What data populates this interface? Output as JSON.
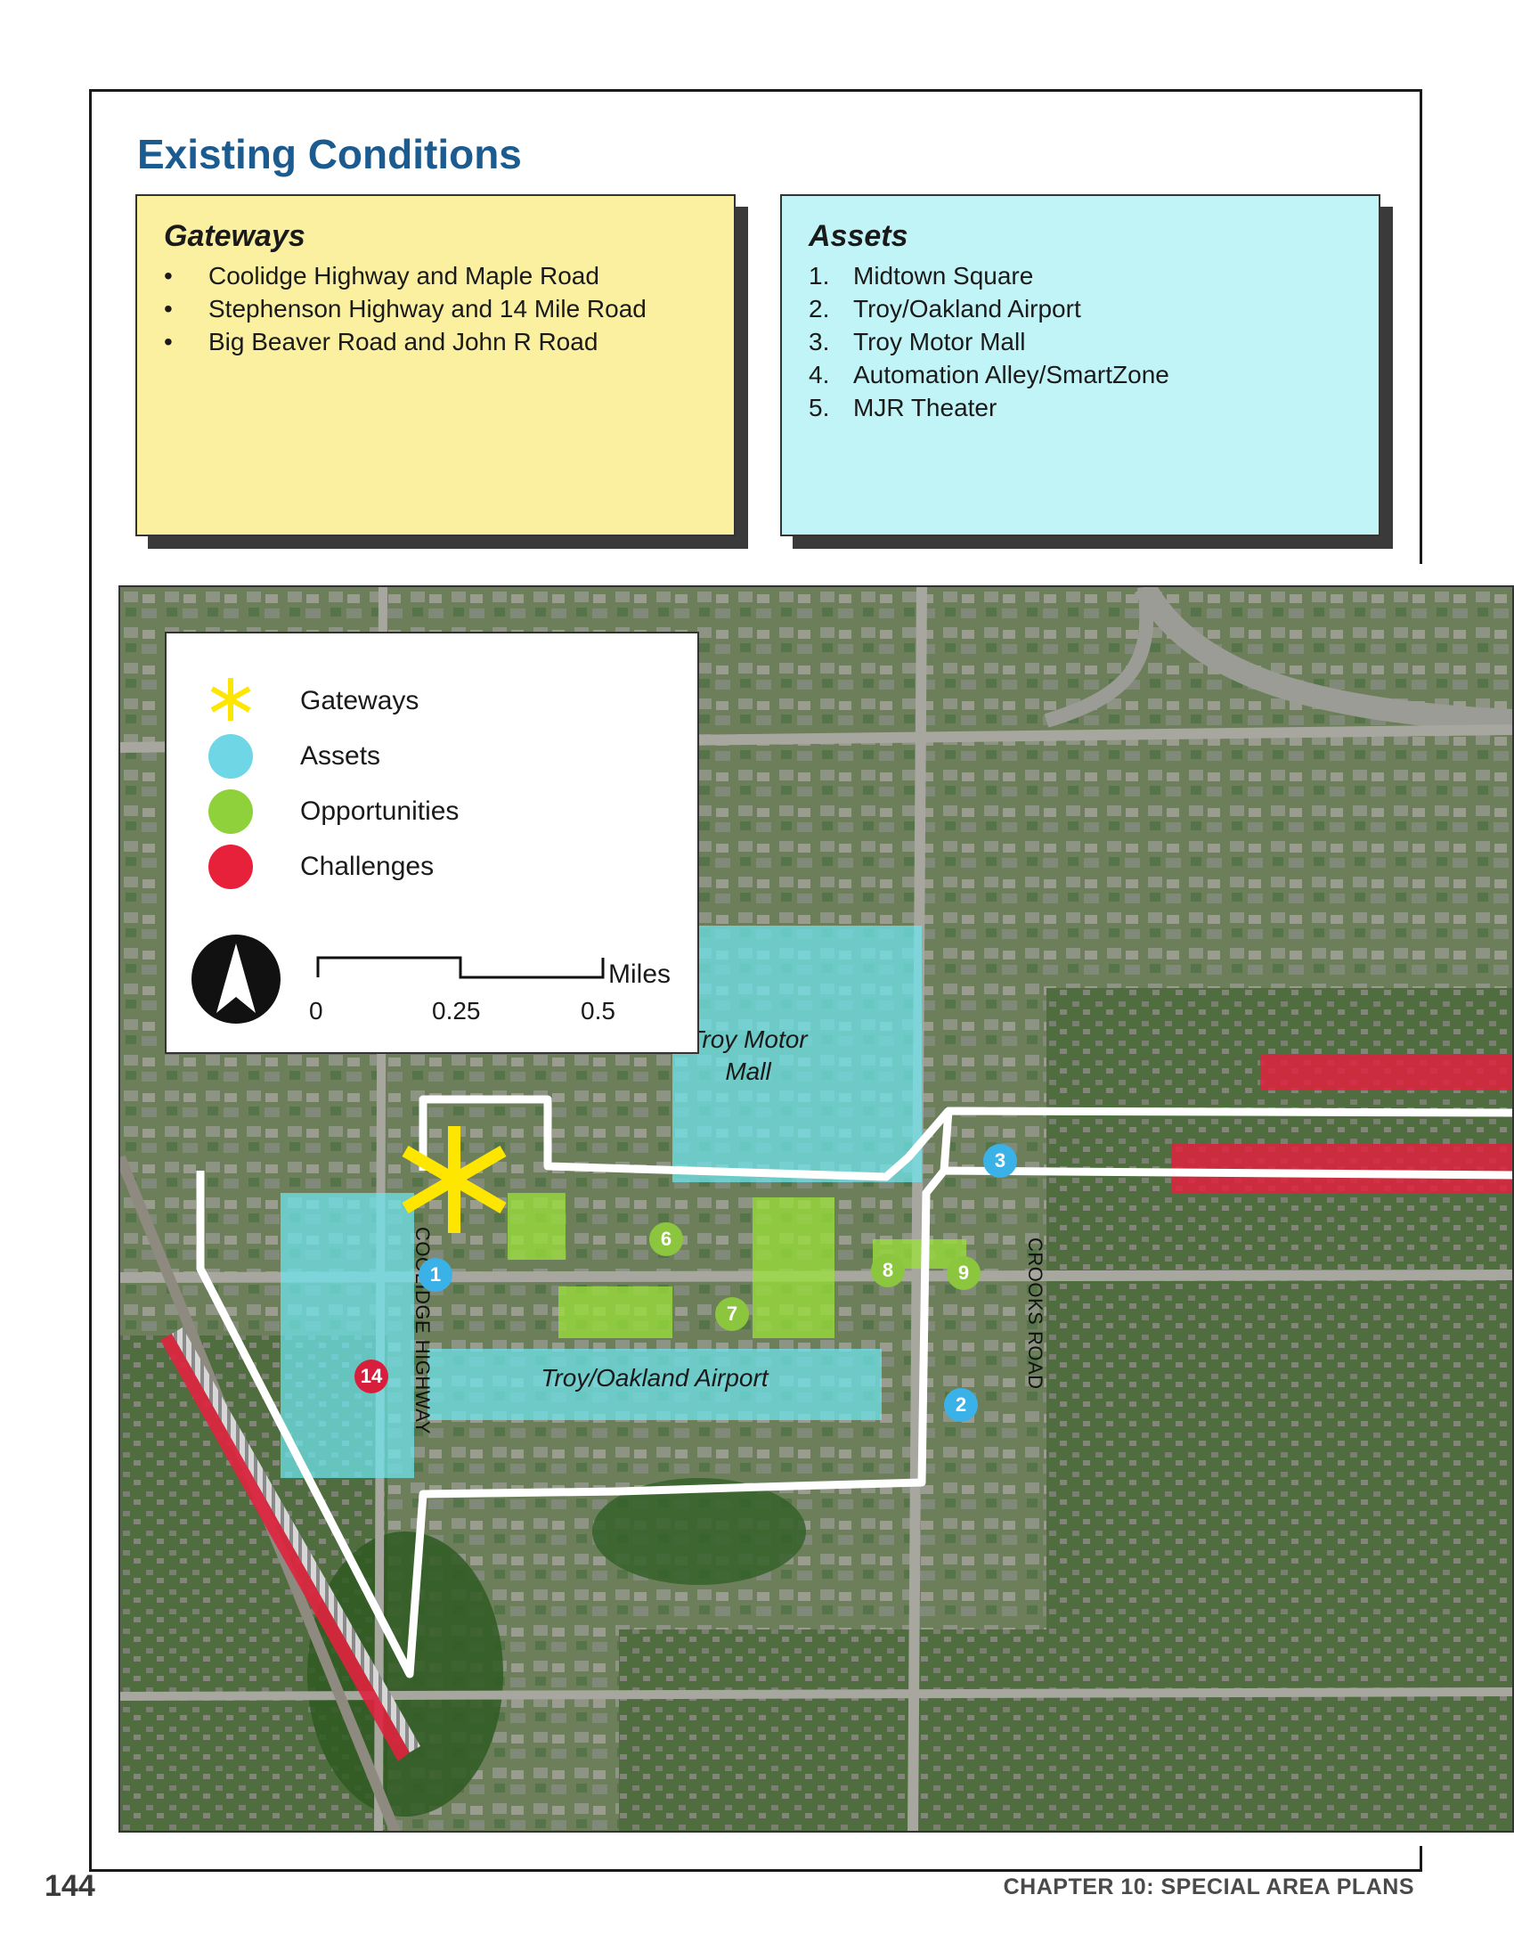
{
  "section_title": "Existing Conditions",
  "gateways_panel": {
    "heading": "Gateways",
    "bullet": "•",
    "items": [
      "Coolidge Highway and Maple Road",
      "Stephenson Highway and 14 Mile Road",
      "Big Beaver Road and John R Road"
    ]
  },
  "assets_panel": {
    "heading": "Assets",
    "items": [
      {
        "num": "1.",
        "label": "Midtown Square"
      },
      {
        "num": "2.",
        "label": "Troy/Oakland Airport"
      },
      {
        "num": "3.",
        "label": "Troy Motor Mall"
      },
      {
        "num": "4.",
        "label": "Automation Alley/SmartZone"
      },
      {
        "num": "5.",
        "label": "MJR Theater"
      }
    ]
  },
  "legend": {
    "items": [
      {
        "label": "Gateways",
        "color": "#ffe600"
      },
      {
        "label": "Assets",
        "color": "#6ed6e4"
      },
      {
        "label": "Opportunities",
        "color": "#8fd13a"
      },
      {
        "label": "Challenges",
        "color": "#e8213a"
      }
    ],
    "scale": {
      "ticks": [
        "0",
        "0.25",
        "0.5"
      ],
      "unit": "Miles"
    }
  },
  "map": {
    "area_labels": {
      "troy_motor_mall": "Troy Motor\nMall",
      "troy_oakland_airport": "Troy/Oakland Airport"
    },
    "road_labels": {
      "coolidge": "COOLIDGE HIGHWAY",
      "crooks": "CROOKS ROAD"
    },
    "markers": [
      {
        "label": "1",
        "category": "asset"
      },
      {
        "label": "2",
        "category": "asset"
      },
      {
        "label": "3",
        "category": "asset"
      },
      {
        "label": "6",
        "category": "opportunity"
      },
      {
        "label": "7",
        "category": "opportunity"
      },
      {
        "label": "8",
        "category": "opportunity"
      },
      {
        "label": "9",
        "category": "opportunity"
      },
      {
        "label": "14",
        "category": "challenge"
      }
    ],
    "colors": {
      "asset": "#3ab2e8",
      "opportunity": "#8cc63f",
      "challenge": "#d81e3c",
      "asset_fill": "#6ee7f0",
      "opportunity_fill": "#9be23a",
      "challenge_fill": "#e0223e",
      "boundary": "#ffffff",
      "gateway": "#ffe600"
    }
  },
  "footer": {
    "page_number": "144",
    "chapter": "CHAPTER 10: SPECIAL AREA PLANS"
  }
}
